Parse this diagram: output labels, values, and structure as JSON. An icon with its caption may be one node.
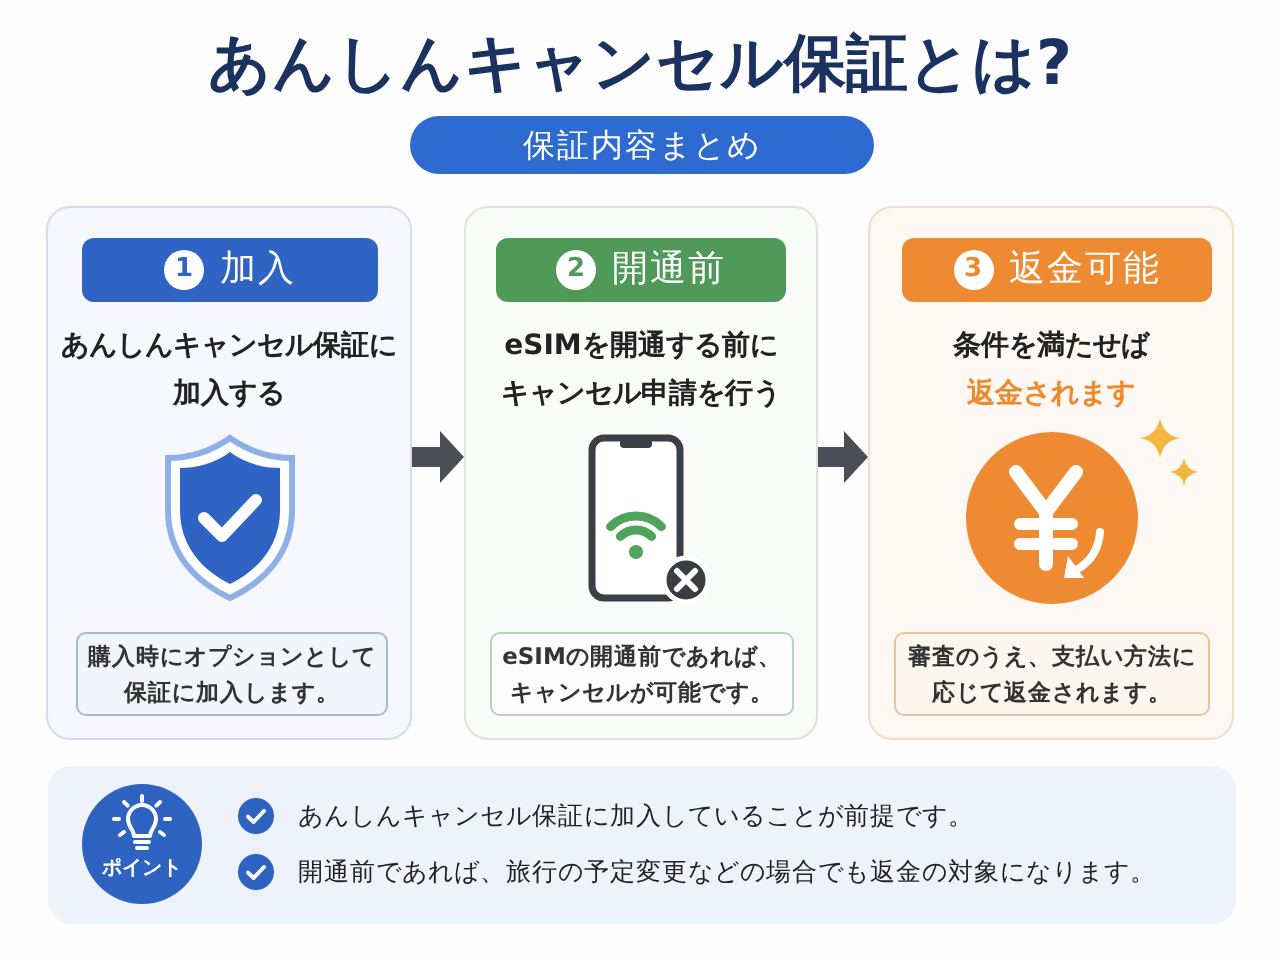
{
  "diagram": {
    "title": "あんしんキャンセル保証とは?",
    "nodes": [
      {
        "text": [
          "保証内容まとめ"
        ]
      },
      {
        "text": [
          "あんしんキャンセル保証に加入する"
        ]
      },
      {
        "text": [
          "1",
          "加入"
        ],
        "in": 1
      },
      {
        "text": [
          "購入時にオプションとして保証に加入します。"
        ],
        "in": 1
      },
      {
        "text": [
          "eSIMを開通する前にキャンセル申請を行う"
        ]
      },
      {
        "text": [
          "2",
          "開通前"
        ],
        "in": 4
      },
      {
        "text": [
          "eSIMの開通前であれば、キャンセルが可能です。"
        ],
        "in": 4
      },
      {
        "text": [
          "条件を満たせば",
          "返金されます"
        ]
      },
      {
        "text": [
          "3",
          "返金可能"
        ],
        "in": 7
      },
      {
        "text": [
          "審査のうえ、支払い方法に応じて返金されます。"
        ],
        "in": 7
      },
      {
        "text": [
          "あんしんキャンセル保証に加入していることが前提です。",
          "開通前であれば、旅行の予定変更などの場合でも返金の対象になります。"
        ]
      },
      {
        "text": [
          "ポイント"
        ],
        "in": 10
      }
    ],
    "edges": [
      {
        "from": 1,
        "to": 4,
        "arrow": "to"
      },
      {
        "from": 4,
        "to": 7,
        "arrow": "to"
      }
    ]
  }
}
